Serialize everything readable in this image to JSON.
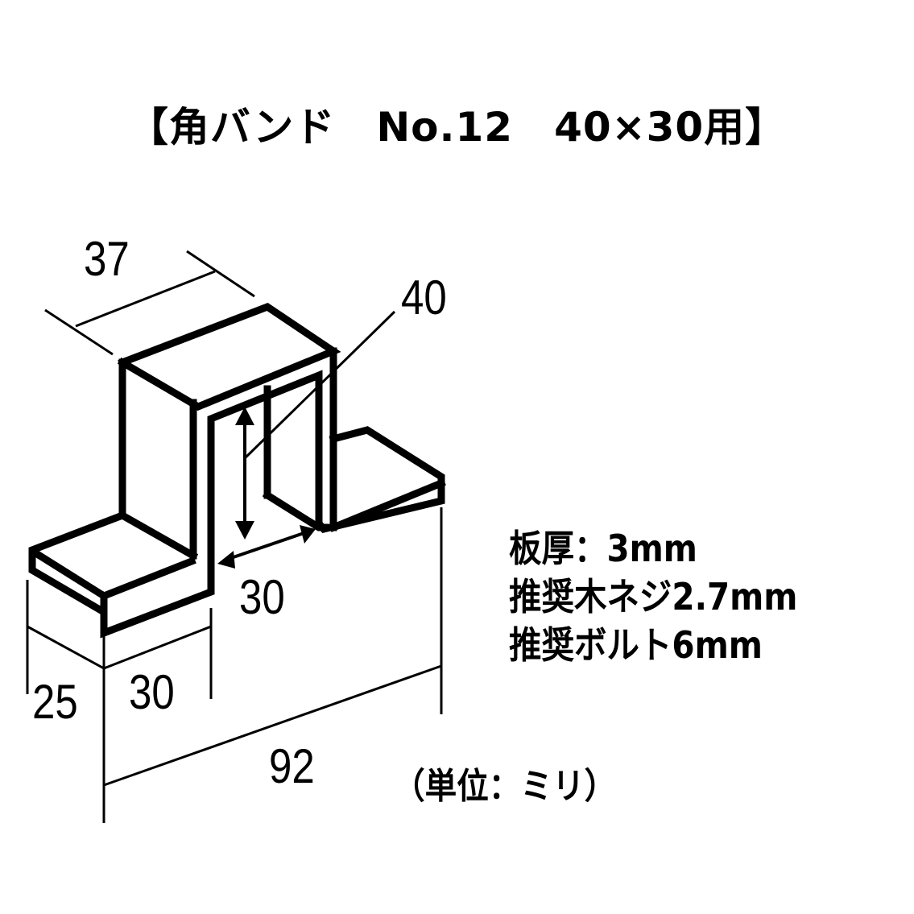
{
  "title": "【角バンド　No.12　40×30用】",
  "product": {
    "name": "角バンド",
    "model": "No.12",
    "size": "40×30用"
  },
  "dimensions": {
    "depth_top": "37",
    "inner_height": "40",
    "inner_width": "30",
    "flange_depth": "25",
    "flange_width": "30",
    "total_length": "92"
  },
  "specs": [
    "板厚：3mm",
    "推奨木ネジ2.7mm",
    "推奨ボルト6mm"
  ],
  "unit_note": "（単位：ミリ）",
  "colors": {
    "line": "#000000",
    "background": "#ffffff"
  }
}
